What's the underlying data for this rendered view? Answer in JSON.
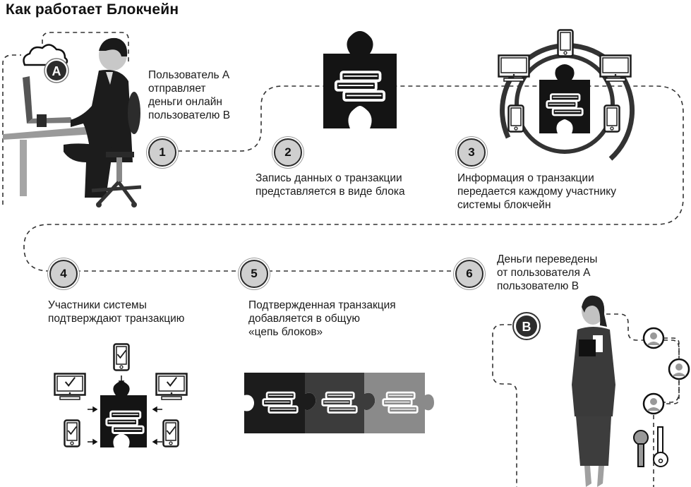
{
  "title": "Как работает Блокчейн",
  "steps": [
    {
      "number": "1",
      "text": "Пользователь А\nотправляет\nденьги онлайн\nпользователю В"
    },
    {
      "number": "2",
      "text": "Запись данных о транзакции\nпредставляется в виде блока"
    },
    {
      "number": "3",
      "text": "Информация о транзакции\nпередается каждому участнику\nсистемы блокчейн"
    },
    {
      "number": "4",
      "text": "Участники системы\nподтверждают транзакцию"
    },
    {
      "number": "5",
      "text": "Подтвержденная транзакция\nдобавляется в общую\n«цепь блоков»"
    },
    {
      "number": "6",
      "text": "Деньги переведены\nот пользователя А\nпользователю В"
    }
  ],
  "users": {
    "sender_label": "A",
    "receiver_label": "B"
  },
  "colors": {
    "dark": "#1c1c1c",
    "mid": "#3c3c3c",
    "light": "#8a8a8a",
    "badge_fill": "#cfcfcf"
  }
}
